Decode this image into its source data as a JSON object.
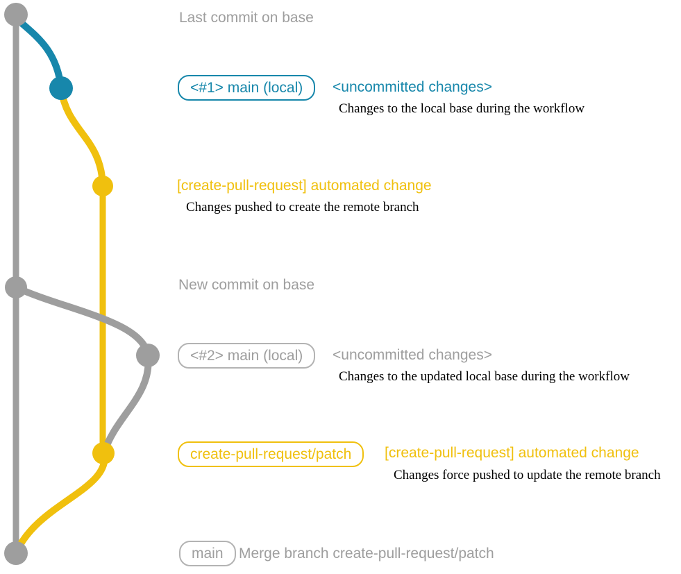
{
  "colors": {
    "gray": "#9e9e9e",
    "gray_border": "#b3b3b3",
    "blue": "#1787ab",
    "yellow": "#f0c00e",
    "black": "#000000"
  },
  "annotations": {
    "last_commit": "Last commit on base",
    "branch1_label": "<#1> main (local)",
    "branch1_status": "<uncommitted changes>",
    "branch1_desc": "Changes to the local base during the workflow",
    "commit1_title": "[create-pull-request] automated change",
    "commit1_desc": "Changes pushed to create the remote branch",
    "new_commit": "New commit on base",
    "branch2_label": "<#2> main (local)",
    "branch2_status": "<uncommitted changes>",
    "branch2_desc": "Changes to the updated local base during the workflow",
    "patch_branch_label": "create-pull-request/patch",
    "commit2_title": "[create-pull-request] automated change",
    "commit2_desc": "Changes force pushed to update the remote branch",
    "main_label": "main",
    "merge_message": "Merge branch create-pull-request/patch"
  }
}
